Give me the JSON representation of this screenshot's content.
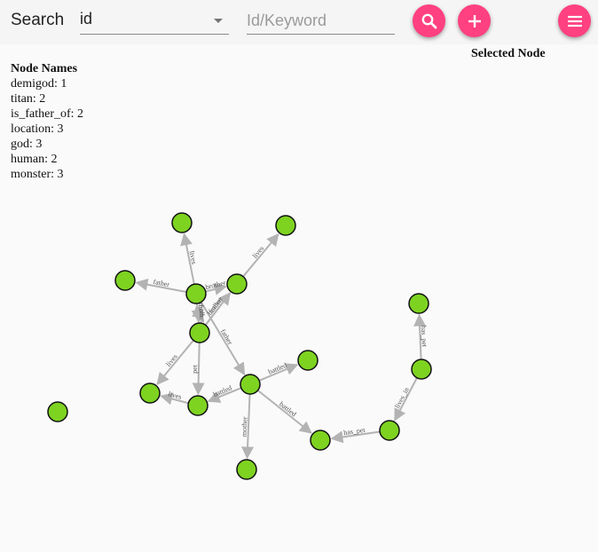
{
  "toolbar": {
    "search_label": "Search",
    "field_select_value": "id",
    "keyword_placeholder": "Id/Keyword",
    "search_icon": "magnify-icon",
    "add_icon": "plus-icon",
    "menu_icon": "hamburger-menu-icon",
    "accent_color": "#ff4081"
  },
  "selected_node": {
    "title": "Selected Node"
  },
  "legend": {
    "title": "Node Names",
    "items": [
      "demigod: 1",
      "titan: 2",
      "is_father_of: 2",
      "location: 3",
      "god: 3",
      "human: 2",
      "monster: 3"
    ]
  },
  "graph": {
    "node_color": "#7ed321",
    "edge_color": "#b3b3b3",
    "nodes": [
      "n1",
      "n2",
      "n3",
      "n4",
      "n5",
      "n6",
      "n7",
      "n8",
      "n9",
      "n10",
      "n11",
      "n12",
      "n13",
      "n14",
      "n15",
      "n16"
    ],
    "edges": [
      {
        "from": "n4",
        "to": "n1",
        "label": "lives"
      },
      {
        "from": "n4",
        "to": "n3",
        "label": "father"
      },
      {
        "from": "n5",
        "to": "n2",
        "label": "lives"
      },
      {
        "from": "n6",
        "to": "n5",
        "label": "father"
      },
      {
        "from": "n4",
        "to": "n5",
        "label": "brother"
      },
      {
        "from": "n6",
        "to": "n5",
        "label": "brother"
      },
      {
        "from": "n4",
        "to": "n6",
        "label": "father"
      },
      {
        "from": "n6",
        "to": "n4",
        "label": "mother"
      },
      {
        "from": "n4",
        "to": "n11",
        "label": "father"
      },
      {
        "from": "n6",
        "to": "n9",
        "label": "lives"
      },
      {
        "from": "n6",
        "to": "n10",
        "label": "pet"
      },
      {
        "from": "n11",
        "to": "n7",
        "label": "battled"
      },
      {
        "from": "n11",
        "to": "n10",
        "label": "battled"
      },
      {
        "from": "n10",
        "to": "n9",
        "label": "lives"
      },
      {
        "from": "n11",
        "to": "n16",
        "label": "mother"
      },
      {
        "from": "n11",
        "to": "n14",
        "label": "battled"
      },
      {
        "from": "n13",
        "to": "n14",
        "label": "has_pet"
      },
      {
        "from": "n12",
        "to": "n13",
        "label": "lives_in"
      },
      {
        "from": "n12",
        "to": "n8",
        "label": "has_pet"
      }
    ]
  }
}
